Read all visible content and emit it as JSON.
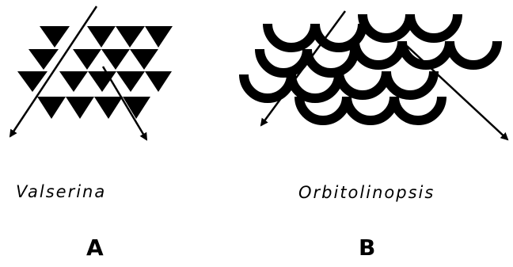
{
  "panels": [
    {
      "letter": "A",
      "genus": "Valserina"
    },
    {
      "letter": "B",
      "genus": "Orbitolinopsis"
    }
  ],
  "colors": {
    "ink": "#000000",
    "paper": "#ffffff"
  }
}
